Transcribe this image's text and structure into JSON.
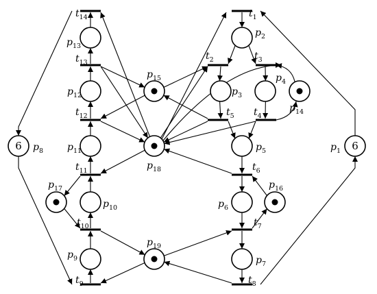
{
  "petri_net": {
    "colors": {
      "stroke": "#000000",
      "background": "#ffffff"
    },
    "places": [
      {
        "id": "p1",
        "label": "p",
        "sub": "1",
        "tokens": 6,
        "text": "6"
      },
      {
        "id": "p2",
        "label": "p",
        "sub": "2",
        "tokens": 0
      },
      {
        "id": "p3",
        "label": "p",
        "sub": "3",
        "tokens": 0
      },
      {
        "id": "p4",
        "label": "p",
        "sub": "4",
        "tokens": 0
      },
      {
        "id": "p5",
        "label": "p",
        "sub": "5",
        "tokens": 0
      },
      {
        "id": "p6",
        "label": "p",
        "sub": "6",
        "tokens": 0
      },
      {
        "id": "p7",
        "label": "p",
        "sub": "7",
        "tokens": 0
      },
      {
        "id": "p8",
        "label": "p",
        "sub": "8",
        "tokens": 6,
        "text": "6"
      },
      {
        "id": "p9",
        "label": "p",
        "sub": "9",
        "tokens": 0
      },
      {
        "id": "p10",
        "label": "p",
        "sub": "10",
        "tokens": 0
      },
      {
        "id": "p11",
        "label": "p",
        "sub": "11",
        "tokens": 0
      },
      {
        "id": "p12",
        "label": "p",
        "sub": "12",
        "tokens": 0
      },
      {
        "id": "p13",
        "label": "p",
        "sub": "13",
        "tokens": 0
      },
      {
        "id": "p14",
        "label": "p",
        "sub": "14",
        "tokens": 1
      },
      {
        "id": "p15",
        "label": "p",
        "sub": "15",
        "tokens": 1
      },
      {
        "id": "p16",
        "label": "p",
        "sub": "16",
        "tokens": 1
      },
      {
        "id": "p17",
        "label": "p",
        "sub": "17",
        "tokens": 1
      },
      {
        "id": "p18",
        "label": "p",
        "sub": "18",
        "tokens": 1
      },
      {
        "id": "p19",
        "label": "p",
        "sub": "19",
        "tokens": 1
      }
    ],
    "transitions": [
      {
        "id": "t1",
        "label": "t",
        "sub": "1"
      },
      {
        "id": "t2",
        "label": "t",
        "sub": "2"
      },
      {
        "id": "t3",
        "label": "t",
        "sub": "3"
      },
      {
        "id": "t4",
        "label": "t",
        "sub": "4"
      },
      {
        "id": "t5",
        "label": "t",
        "sub": "5"
      },
      {
        "id": "t6",
        "label": "t",
        "sub": "6"
      },
      {
        "id": "t7",
        "label": "t",
        "sub": "7"
      },
      {
        "id": "t8",
        "label": "t",
        "sub": "8"
      },
      {
        "id": "t9",
        "label": "t",
        "sub": "9"
      },
      {
        "id": "t10",
        "label": "t",
        "sub": "10"
      },
      {
        "id": "t11",
        "label": "t",
        "sub": "11"
      },
      {
        "id": "t12",
        "label": "t",
        "sub": "12"
      },
      {
        "id": "t13",
        "label": "t",
        "sub": "13"
      },
      {
        "id": "t14",
        "label": "t",
        "sub": "14"
      }
    ],
    "arcs": [
      [
        "t1",
        "p2"
      ],
      [
        "p2",
        "t2"
      ],
      [
        "p2",
        "t3"
      ],
      [
        "t2",
        "p3"
      ],
      [
        "t3",
        "p4"
      ],
      [
        "p3",
        "t5"
      ],
      [
        "p4",
        "t4"
      ],
      [
        "t5",
        "p5"
      ],
      [
        "t4",
        "p5"
      ],
      [
        "p5",
        "t6"
      ],
      [
        "t6",
        "p6"
      ],
      [
        "p6",
        "t7"
      ],
      [
        "t7",
        "p7"
      ],
      [
        "p7",
        "t8"
      ],
      [
        "t8",
        "p1"
      ],
      [
        "p1",
        "t1"
      ],
      [
        "t9",
        "p9"
      ],
      [
        "p9",
        "t10"
      ],
      [
        "t10",
        "p10"
      ],
      [
        "p10",
        "t11"
      ],
      [
        "t11",
        "p11"
      ],
      [
        "p11",
        "t12"
      ],
      [
        "t12",
        "p12"
      ],
      [
        "p12",
        "t13"
      ],
      [
        "t13",
        "p13"
      ],
      [
        "p13",
        "t14"
      ],
      [
        "t14",
        "p8"
      ],
      [
        "p8",
        "t9"
      ],
      [
        "p14",
        "t3"
      ],
      [
        "t4",
        "p14"
      ],
      [
        "p15",
        "t2"
      ],
      [
        "t5",
        "p15"
      ],
      [
        "p15",
        "t12"
      ],
      [
        "t13",
        "p15"
      ],
      [
        "p16",
        "t6"
      ],
      [
        "t7",
        "p16"
      ],
      [
        "p17",
        "t10"
      ],
      [
        "t11",
        "p17"
      ],
      [
        "p19",
        "t9"
      ],
      [
        "t10",
        "p19"
      ],
      [
        "p19",
        "t7"
      ],
      [
        "t8",
        "p19"
      ],
      [
        "p18",
        "t1"
      ],
      [
        "p18",
        "t2"
      ],
      [
        "p18",
        "t3"
      ],
      [
        "p18",
        "t14"
      ],
      [
        "p18",
        "t11"
      ],
      [
        "t12",
        "p18"
      ],
      [
        "t13",
        "p18"
      ],
      [
        "t4",
        "p18"
      ],
      [
        "t5",
        "p18"
      ],
      [
        "t6",
        "p18"
      ]
    ]
  }
}
